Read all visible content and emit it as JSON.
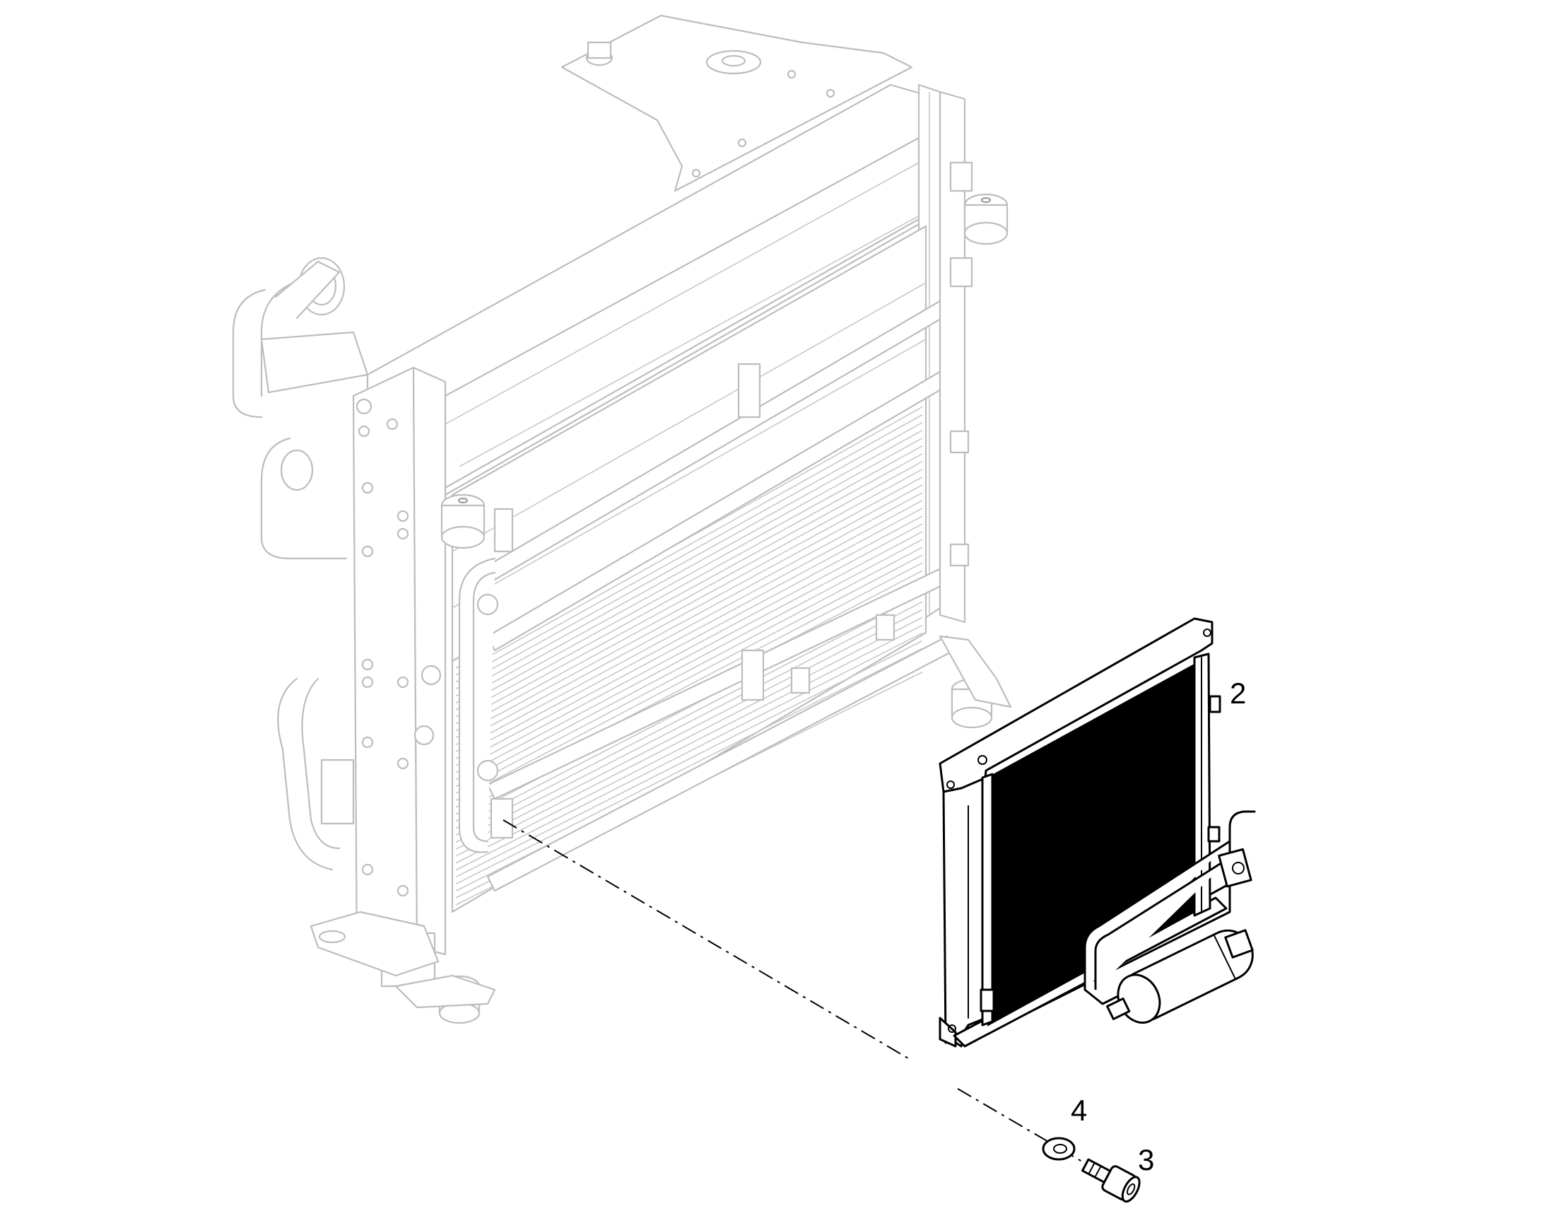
{
  "diagram": {
    "callouts": [
      {
        "id": "callout-2",
        "label": "2"
      },
      {
        "id": "callout-3",
        "label": "3"
      },
      {
        "id": "callout-4",
        "label": "4"
      }
    ],
    "colors": {
      "ghost_stroke": "#bdbdbd",
      "ink": "#000000",
      "background": "#ffffff"
    }
  }
}
